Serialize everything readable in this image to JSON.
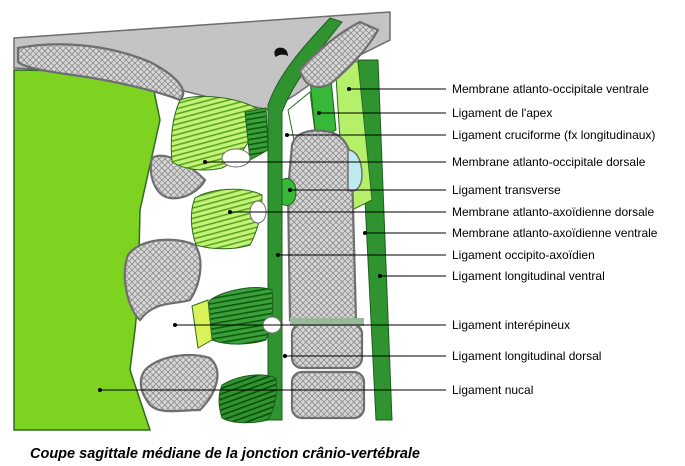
{
  "caption": "Coupe sagittale médiane de la jonction crânio-vertébrale",
  "labels": [
    "Membrane atlanto-occipitale ventrale",
    "Ligament de l'apex",
    "Ligament cruciforme (fx longitudinaux)",
    "Membrane atlanto-occipitale dorsale",
    "Ligament transverse",
    "Membrane atlanto-axoïdienne dorsale",
    "Membrane atlanto-axoïdienne ventrale",
    "Ligament occipito-axoïdien",
    "Ligament longitudinal ventral",
    "Ligament interépineux",
    "Ligament longitudinal dorsal",
    "Ligament nucal"
  ],
  "colors": {
    "bone_hatch": "#9a9a9a",
    "skull_gray": "#c4c4c4",
    "nuchal_green": "#7ed321",
    "ligament_light": "#b5f06a",
    "ligament_dark": "#1e8a1e",
    "ligament_mid": "#38b838",
    "dark_outline": "#2f6b1f"
  }
}
